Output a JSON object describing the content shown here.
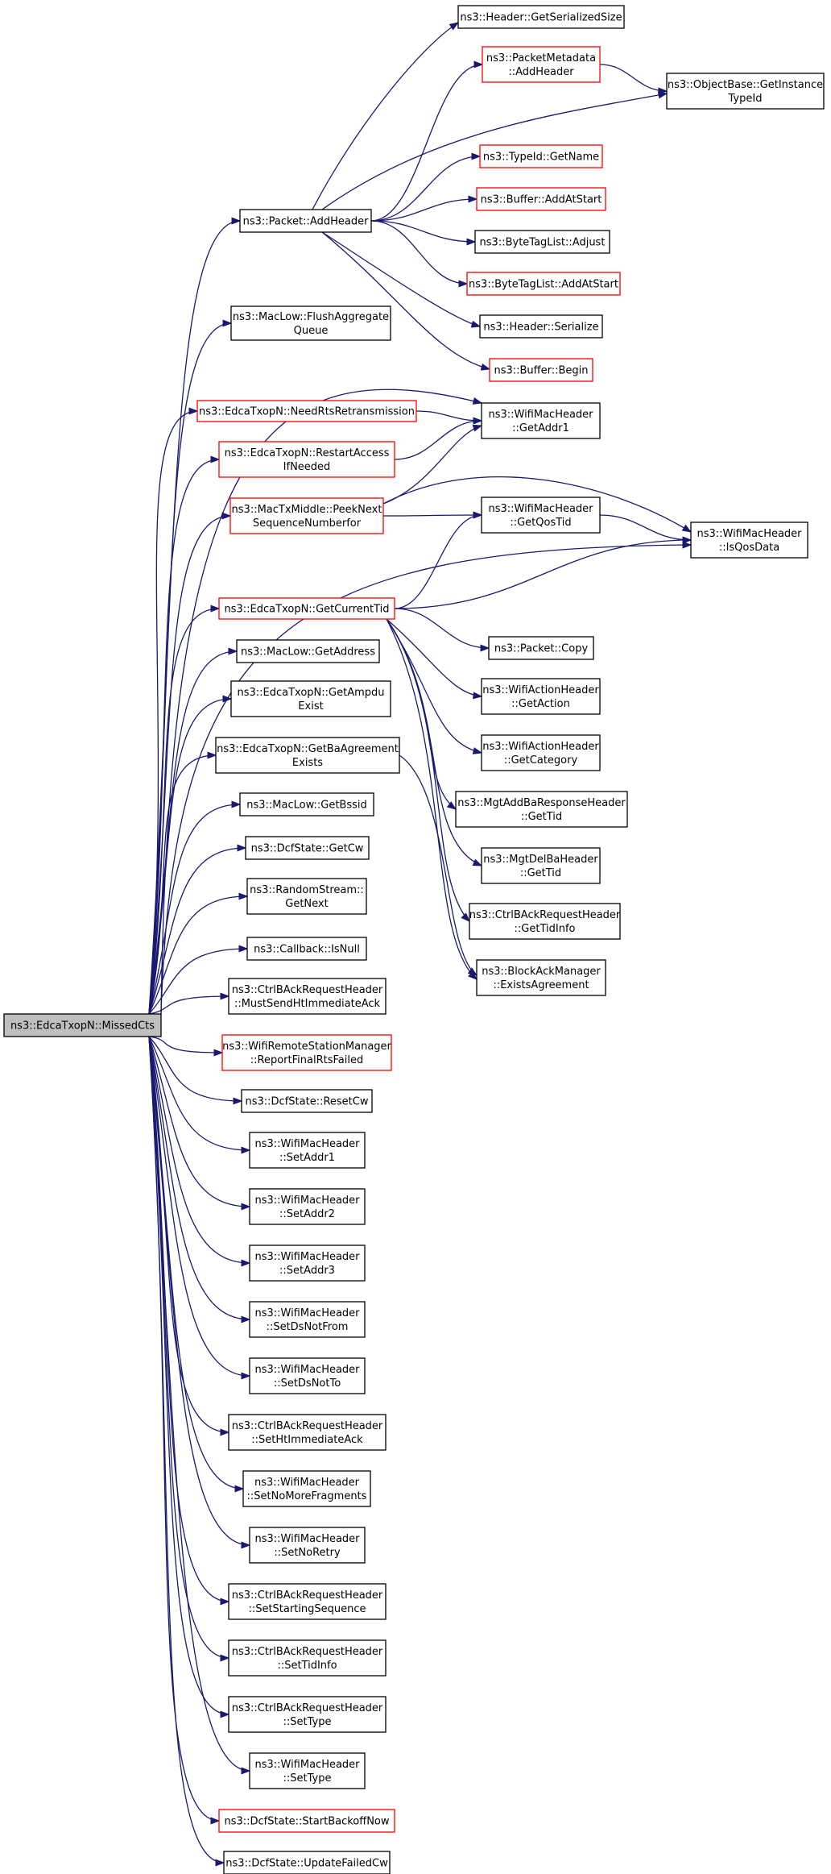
{
  "colors": {
    "normal": "#000000",
    "truncated": "#ff0000",
    "root_fill": "#bfbfbf",
    "edge": "#191970"
  },
  "nodes": [
    {
      "id": "root",
      "lines": [
        "ns3::EdcaTxopN::MissedCts"
      ],
      "style": "root"
    },
    {
      "id": "addheader",
      "lines": [
        "ns3::Packet::AddHeader"
      ],
      "style": "normal"
    },
    {
      "id": "flush",
      "lines": [
        "ns3::MacLow::FlushAggregate",
        "Queue"
      ],
      "style": "normal"
    },
    {
      "id": "needrts",
      "lines": [
        "ns3::EdcaTxopN::NeedRtsRetransmission"
      ],
      "style": "red"
    },
    {
      "id": "restart",
      "lines": [
        "ns3::EdcaTxopN::RestartAccess",
        "IfNeeded"
      ],
      "style": "red"
    },
    {
      "id": "peeknext",
      "lines": [
        "ns3::MacTxMiddle::PeekNext",
        "SequenceNumberfor"
      ],
      "style": "red"
    },
    {
      "id": "getcurtid",
      "lines": [
        "ns3::EdcaTxopN::GetCurrentTid"
      ],
      "style": "red"
    },
    {
      "id": "getaddress",
      "lines": [
        "ns3::MacLow::GetAddress"
      ],
      "style": "normal"
    },
    {
      "id": "getampdu",
      "lines": [
        "ns3::EdcaTxopN::GetAmpdu",
        "Exist"
      ],
      "style": "normal"
    },
    {
      "id": "getbaagr",
      "lines": [
        "ns3::EdcaTxopN::GetBaAgreement",
        "Exists"
      ],
      "style": "normal"
    },
    {
      "id": "getbssid",
      "lines": [
        "ns3::MacLow::GetBssid"
      ],
      "style": "normal"
    },
    {
      "id": "getcw",
      "lines": [
        "ns3::DcfState::GetCw"
      ],
      "style": "normal"
    },
    {
      "id": "getnext",
      "lines": [
        "ns3::RandomStream::",
        "GetNext"
      ],
      "style": "normal"
    },
    {
      "id": "isnull",
      "lines": [
        "ns3::Callback::IsNull"
      ],
      "style": "normal"
    },
    {
      "id": "mustsend",
      "lines": [
        "ns3::CtrlBAckRequestHeader",
        "::MustSendHtImmediateAck"
      ],
      "style": "normal"
    },
    {
      "id": "reportfinal",
      "lines": [
        "ns3::WifiRemoteStationManager",
        "::ReportFinalRtsFailed"
      ],
      "style": "red"
    },
    {
      "id": "resetcw",
      "lines": [
        "ns3::DcfState::ResetCw"
      ],
      "style": "normal"
    },
    {
      "id": "setaddr1",
      "lines": [
        "ns3::WifiMacHeader",
        "::SetAddr1"
      ],
      "style": "normal"
    },
    {
      "id": "setaddr2",
      "lines": [
        "ns3::WifiMacHeader",
        "::SetAddr2"
      ],
      "style": "normal"
    },
    {
      "id": "setaddr3",
      "lines": [
        "ns3::WifiMacHeader",
        "::SetAddr3"
      ],
      "style": "normal"
    },
    {
      "id": "setdsnotfrom",
      "lines": [
        "ns3::WifiMacHeader",
        "::SetDsNotFrom"
      ],
      "style": "normal"
    },
    {
      "id": "setdsnotto",
      "lines": [
        "ns3::WifiMacHeader",
        "::SetDsNotTo"
      ],
      "style": "normal"
    },
    {
      "id": "sethtimm",
      "lines": [
        "ns3::CtrlBAckRequestHeader",
        "::SetHtImmediateAck"
      ],
      "style": "normal"
    },
    {
      "id": "setnomore",
      "lines": [
        "ns3::WifiMacHeader",
        "::SetNoMoreFragments"
      ],
      "style": "normal"
    },
    {
      "id": "setnoretry",
      "lines": [
        "ns3::WifiMacHeader",
        "::SetNoRetry"
      ],
      "style": "normal"
    },
    {
      "id": "setstarting",
      "lines": [
        "ns3::CtrlBAckRequestHeader",
        "::SetStartingSequence"
      ],
      "style": "normal"
    },
    {
      "id": "settidinfo",
      "lines": [
        "ns3::CtrlBAckRequestHeader",
        "::SetTidInfo"
      ],
      "style": "normal"
    },
    {
      "id": "settypectrl",
      "lines": [
        "ns3::CtrlBAckRequestHeader",
        "::SetType"
      ],
      "style": "normal"
    },
    {
      "id": "settypewifi",
      "lines": [
        "ns3::WifiMacHeader",
        "::SetType"
      ],
      "style": "normal"
    },
    {
      "id": "startbackoff",
      "lines": [
        "ns3::DcfState::StartBackoffNow"
      ],
      "style": "red"
    },
    {
      "id": "updatefailed",
      "lines": [
        "ns3::DcfState::UpdateFailedCw"
      ],
      "style": "normal"
    },
    {
      "id": "getserialized",
      "lines": [
        "ns3::Header::GetSerializedSize"
      ],
      "style": "normal"
    },
    {
      "id": "pmaddheader",
      "lines": [
        "ns3::PacketMetadata",
        "::AddHeader"
      ],
      "style": "red"
    },
    {
      "id": "typeidgetname",
      "lines": [
        "ns3::TypeId::GetName"
      ],
      "style": "red"
    },
    {
      "id": "bufferaddatstart",
      "lines": [
        "ns3::Buffer::AddAtStart"
      ],
      "style": "red"
    },
    {
      "id": "btladjust",
      "lines": [
        "ns3::ByteTagList::Adjust"
      ],
      "style": "normal"
    },
    {
      "id": "btladdatstart",
      "lines": [
        "ns3::ByteTagList::AddAtStart"
      ],
      "style": "red"
    },
    {
      "id": "headerserialize",
      "lines": [
        "ns3::Header::Serialize"
      ],
      "style": "normal"
    },
    {
      "id": "bufferbegin",
      "lines": [
        "ns3::Buffer::Begin"
      ],
      "style": "red"
    },
    {
      "id": "getaddr1",
      "lines": [
        "ns3::WifiMacHeader",
        "::GetAddr1"
      ],
      "style": "normal"
    },
    {
      "id": "getqostid",
      "lines": [
        "ns3::WifiMacHeader",
        "::GetQosTid"
      ],
      "style": "normal"
    },
    {
      "id": "packetcopy",
      "lines": [
        "ns3::Packet::Copy"
      ],
      "style": "normal"
    },
    {
      "id": "getaction",
      "lines": [
        "ns3::WifiActionHeader",
        "::GetAction"
      ],
      "style": "normal"
    },
    {
      "id": "getcategory",
      "lines": [
        "ns3::WifiActionHeader",
        "::GetCategory"
      ],
      "style": "normal"
    },
    {
      "id": "mgtaddba",
      "lines": [
        "ns3::MgtAddBaResponseHeader",
        "::GetTid"
      ],
      "style": "normal"
    },
    {
      "id": "mgtdelba",
      "lines": [
        "ns3::MgtDelBaHeader",
        "::GetTid"
      ],
      "style": "normal"
    },
    {
      "id": "gettidinfo",
      "lines": [
        "ns3::CtrlBAckRequestHeader",
        "::GetTidInfo"
      ],
      "style": "normal"
    },
    {
      "id": "existsagr",
      "lines": [
        "ns3::BlockAckManager",
        "::ExistsAgreement"
      ],
      "style": "normal"
    },
    {
      "id": "objbase",
      "lines": [
        "ns3::ObjectBase::GetInstance",
        "TypeId"
      ],
      "style": "normal"
    },
    {
      "id": "isqosdata",
      "lines": [
        "ns3::WifiMacHeader",
        "::IsQosData"
      ],
      "style": "normal"
    }
  ],
  "edges": [
    [
      "root",
      "addheader"
    ],
    [
      "root",
      "flush"
    ],
    [
      "root",
      "getaddr1"
    ],
    [
      "root",
      "needrts"
    ],
    [
      "root",
      "restart"
    ],
    [
      "root",
      "peeknext"
    ],
    [
      "root",
      "isqosdata"
    ],
    [
      "root",
      "getcurtid"
    ],
    [
      "root",
      "getaddress"
    ],
    [
      "root",
      "getampdu"
    ],
    [
      "root",
      "getbaagr"
    ],
    [
      "root",
      "getbssid"
    ],
    [
      "root",
      "getcw"
    ],
    [
      "root",
      "getnext"
    ],
    [
      "root",
      "isnull"
    ],
    [
      "root",
      "mustsend"
    ],
    [
      "root",
      "reportfinal"
    ],
    [
      "root",
      "resetcw"
    ],
    [
      "root",
      "setaddr1"
    ],
    [
      "root",
      "setaddr2"
    ],
    [
      "root",
      "setaddr3"
    ],
    [
      "root",
      "setdsnotfrom"
    ],
    [
      "root",
      "setdsnotto"
    ],
    [
      "root",
      "sethtimm"
    ],
    [
      "root",
      "setnomore"
    ],
    [
      "root",
      "setnoretry"
    ],
    [
      "root",
      "setstarting"
    ],
    [
      "root",
      "settidinfo"
    ],
    [
      "root",
      "settypectrl"
    ],
    [
      "root",
      "settypewifi"
    ],
    [
      "root",
      "startbackoff"
    ],
    [
      "root",
      "updatefailed"
    ],
    [
      "addheader",
      "getserialized"
    ],
    [
      "addheader",
      "pmaddheader"
    ],
    [
      "addheader",
      "objbase"
    ],
    [
      "addheader",
      "typeidgetname"
    ],
    [
      "addheader",
      "bufferaddatstart"
    ],
    [
      "addheader",
      "btladjust"
    ],
    [
      "addheader",
      "btladdatstart"
    ],
    [
      "addheader",
      "headerserialize"
    ],
    [
      "addheader",
      "bufferbegin"
    ],
    [
      "pmaddheader",
      "objbase"
    ],
    [
      "needrts",
      "getaddr1"
    ],
    [
      "restart",
      "getaddr1"
    ],
    [
      "peeknext",
      "getaddr1"
    ],
    [
      "peeknext",
      "getqostid"
    ],
    [
      "peeknext",
      "isqosdata"
    ],
    [
      "getcurtid",
      "getqostid"
    ],
    [
      "getcurtid",
      "isqosdata"
    ],
    [
      "getcurtid",
      "packetcopy"
    ],
    [
      "getcurtid",
      "getaction"
    ],
    [
      "getcurtid",
      "getcategory"
    ],
    [
      "getcurtid",
      "mgtaddba"
    ],
    [
      "getcurtid",
      "mgtdelba"
    ],
    [
      "getcurtid",
      "gettidinfo"
    ],
    [
      "getcurtid",
      "existsagr"
    ],
    [
      "getbaagr",
      "existsagr"
    ],
    [
      "getqostid",
      "isqosdata"
    ]
  ]
}
